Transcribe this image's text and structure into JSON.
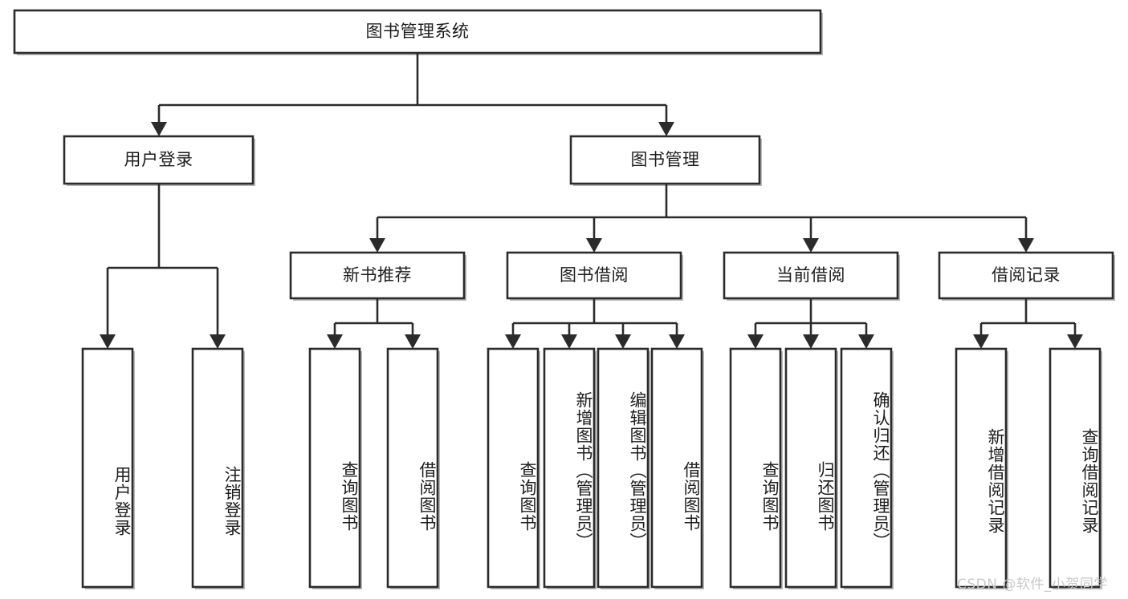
{
  "diagram": {
    "title": "图书管理系统",
    "type": "tree-hierarchy-chart",
    "watermark": "CSDN @软件_小贺同学",
    "root": {
      "label": "图书管理系统"
    },
    "level2": [
      {
        "label": "用户登录"
      },
      {
        "label": "图书管理"
      }
    ],
    "level3": [
      {
        "label": "新书推荐"
      },
      {
        "label": "图书借阅"
      },
      {
        "label": "当前借阅"
      },
      {
        "label": "借阅记录"
      }
    ],
    "leaves": {
      "user_login": [
        {
          "label": "用户登录"
        },
        {
          "label": "注销登录"
        }
      ],
      "new_book_recommend": [
        {
          "label": "查询图书"
        },
        {
          "label": "借阅图书"
        }
      ],
      "book_borrow": [
        {
          "label": "查询图书"
        },
        {
          "label": "新增图书（管理员）"
        },
        {
          "label": "编辑图书（管理员）"
        },
        {
          "label": "借阅图书"
        }
      ],
      "current_borrow": [
        {
          "label": "查询图书"
        },
        {
          "label": "归还图书"
        },
        {
          "label": "确认归还（管理员）"
        }
      ],
      "borrow_records": [
        {
          "label": "新增借阅记录"
        },
        {
          "label": "查询借阅记录"
        }
      ]
    },
    "colors": {
      "stroke": "#2b2b2b",
      "fill": "#ffffff",
      "text": "#1d1d1d",
      "watermark": "#c9c9c9"
    }
  }
}
